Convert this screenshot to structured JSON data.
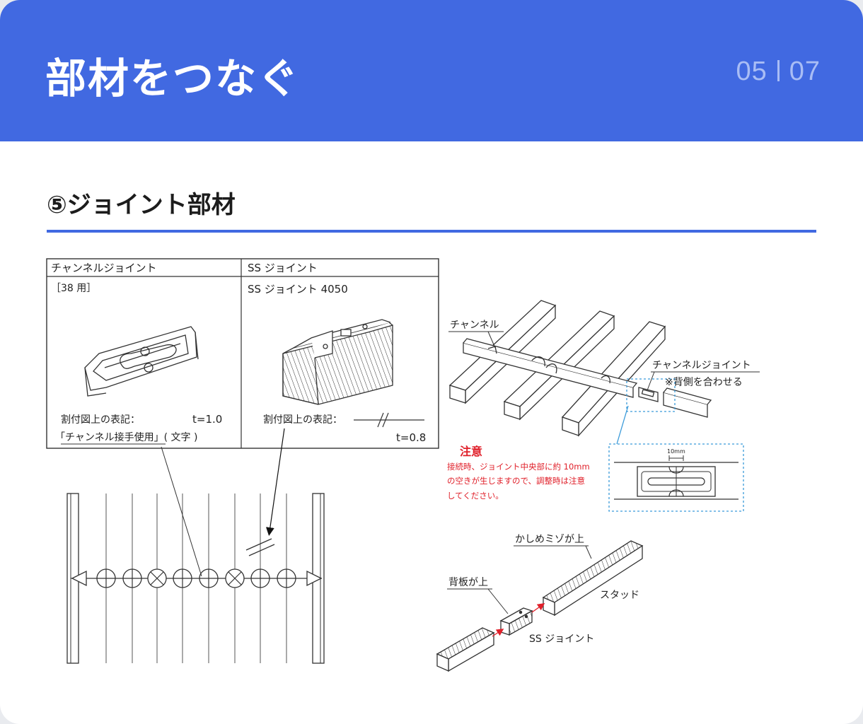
{
  "header": {
    "title": "部材をつなぐ",
    "page_current": "05",
    "page_total": "07"
  },
  "section": {
    "title": "⑤ジョイント部材"
  },
  "table": {
    "col1": {
      "heading": "チャンネルジョイント",
      "size": "［38 用］",
      "notation_label": "割付図上の表記：",
      "thickness": "t=1.0",
      "notation_value": "「チャンネル接手使用」( 文字 )"
    },
    "col2": {
      "heading": "SS ジョイント",
      "model": "SS ジョイント 4050",
      "notation_label": "割付図上の表記：",
      "thickness": "t=0.8"
    }
  },
  "right_top": {
    "channel_label": "チャンネル",
    "channel_joint_label": "チャンネルジョイント",
    "back_side_note": "※背側を合わせる",
    "caution_title": "注意",
    "caution_line1": "接続時、ジョイント中央部に約 10mm",
    "caution_line2": "の空きが生じますので、調整時は注意",
    "caution_line3": "してください。",
    "gap_label": "10mm"
  },
  "right_bottom": {
    "groove_label": "かしめミゾが上",
    "back_plate_label": "背板が上",
    "stud_label": "スタッド",
    "ss_joint_label": "SS ジョイント"
  },
  "colors": {
    "accent": "#4169e1",
    "caution": "#e0202a",
    "detail_box": "#3a9ad9"
  }
}
